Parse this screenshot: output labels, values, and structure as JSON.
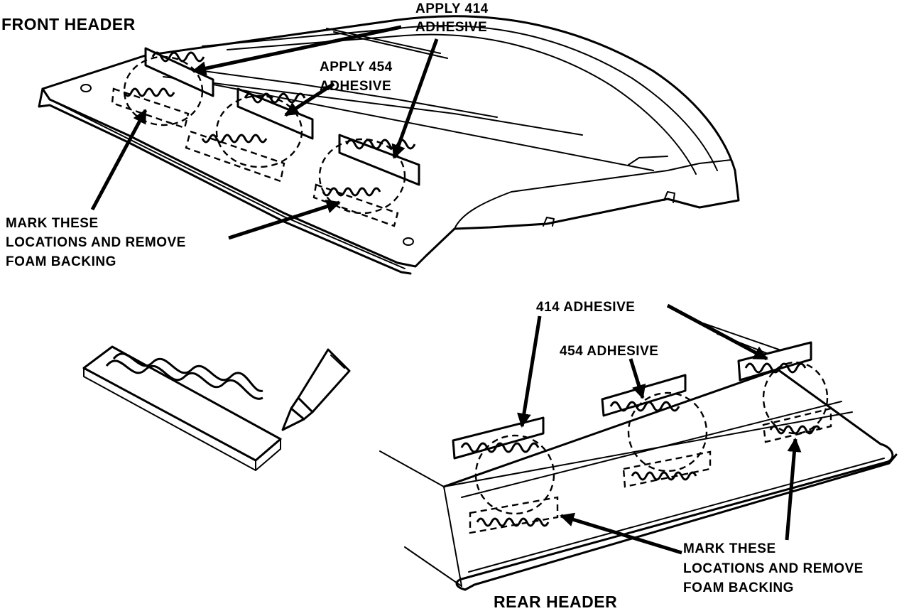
{
  "labels": {
    "front_header": "FRONT HEADER",
    "rear_header": "REAR HEADER",
    "apply_414_line1": "APPLY 414",
    "apply_414_line2": "ADHESIVE",
    "apply_454_line1": "APPLY 454",
    "apply_454_line2": "ADHESIVE",
    "front_mark_line1": "MARK THESE",
    "front_mark_line2": "LOCATIONS AND REMOVE",
    "front_mark_line3": "FOAM BACKING",
    "rear_414": "414 ADHESIVE",
    "rear_454": "454 ADHESIVE",
    "rear_mark_line1": "MARK THESE",
    "rear_mark_line2": "LOCATIONS AND REMOVE",
    "rear_mark_line3": "FOAM BACKING"
  },
  "colors": {
    "ink": "#000000",
    "paper": "#ffffff"
  },
  "icons": {
    "adhesive_tube": "adhesive-tube-icon",
    "adhesive_pad": "adhesive-pad-icon"
  }
}
